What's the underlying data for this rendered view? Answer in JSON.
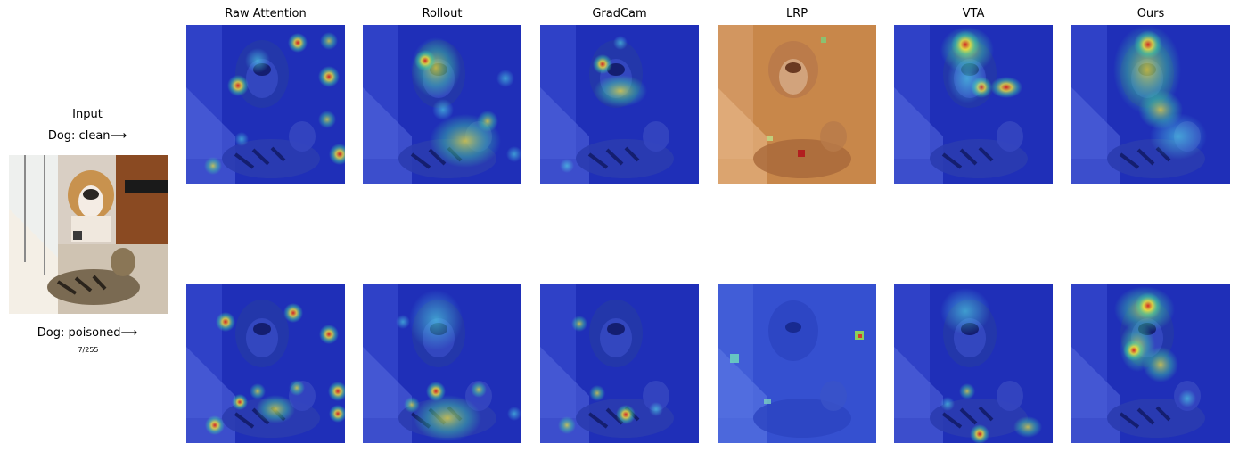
{
  "input": {
    "title": "Input",
    "clean_label": "Dog: clean⟶",
    "poisoned_label": "Dog: poisoned⟶",
    "epsilon": "7/255"
  },
  "columns": [
    {
      "key": "raw",
      "title": "Raw Attention"
    },
    {
      "key": "rollout",
      "title": "Rollout"
    },
    {
      "key": "gradcam",
      "title": "GradCam"
    },
    {
      "key": "lrp",
      "title": "LRP"
    },
    {
      "key": "vta",
      "title": "VTA"
    },
    {
      "key": "ours",
      "title": "Ours"
    }
  ],
  "colors": {
    "heatmap_base": "#1f2fb8",
    "hot": "#d61f1f",
    "warm": "#f2e23a",
    "mid": "#3fd6a0",
    "lrp_clean_base": "#c8874a"
  }
}
